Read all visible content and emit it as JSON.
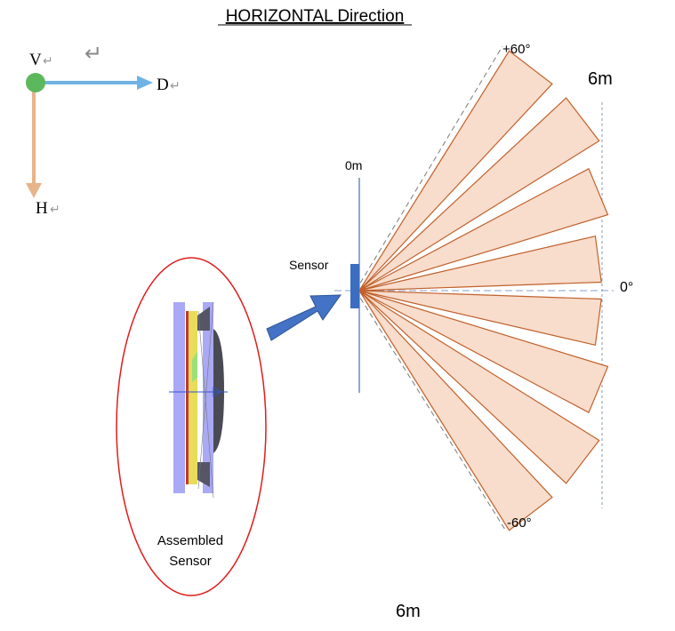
{
  "title": "HORIZONTAL Direction",
  "axes": {
    "v_label": "V",
    "d_label": "D",
    "h_label": "H",
    "return_mark": "↵",
    "dot_color": "#5cb85c",
    "d_arrow_color": "#6fb2e6",
    "h_arrow_color": "#e8b48a"
  },
  "fan": {
    "label_plus60": "+60°",
    "label_minus60": "-60°",
    "label_zero": "0°",
    "range_top": "6m",
    "range_bottom": "6m",
    "origin_label": "0m",
    "sensor_label": "Sensor",
    "beam_fill": "#f8dccc",
    "beam_stroke": "#c0612b",
    "beam_angles_deg": [
      52.5,
      37.5,
      22.5,
      7.5,
      -7.5,
      -22.5,
      -37.5,
      -52.5
    ],
    "beam_half_width_deg": 5.5
  },
  "assembled_sensor": {
    "label_line1": "Assembled",
    "label_line2": "Sensor",
    "ellipse_color": "#e01e1e"
  },
  "colors": {
    "sensor_block": "#3b6ec2",
    "pointer_arrow": "#4472c4"
  }
}
